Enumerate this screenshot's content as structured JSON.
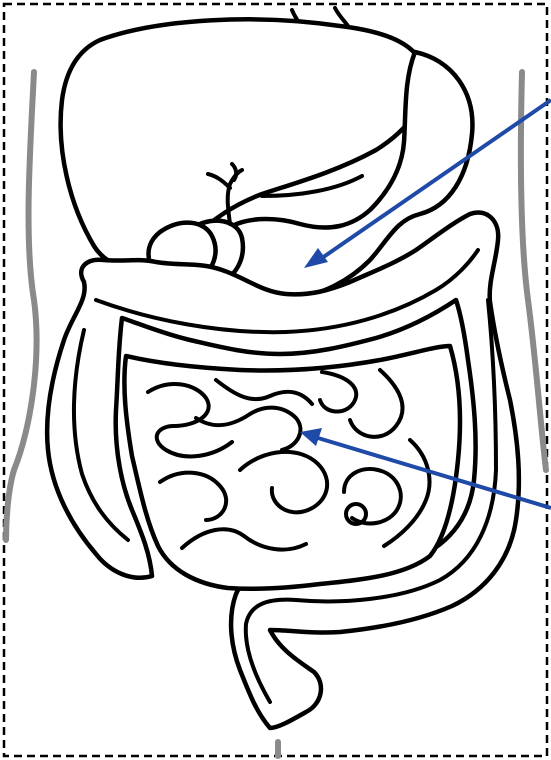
{
  "diagram": {
    "subject": "digestive-system",
    "arrows": [
      {
        "target": "stomach",
        "color": "#1f4aa8"
      },
      {
        "target": "small-intestine",
        "color": "#1f4aa8"
      }
    ],
    "colors": {
      "outline": "#000000",
      "body_silhouette": "#8a8a8a",
      "arrow": "#1f4aa8",
      "background": "#ffffff"
    }
  }
}
